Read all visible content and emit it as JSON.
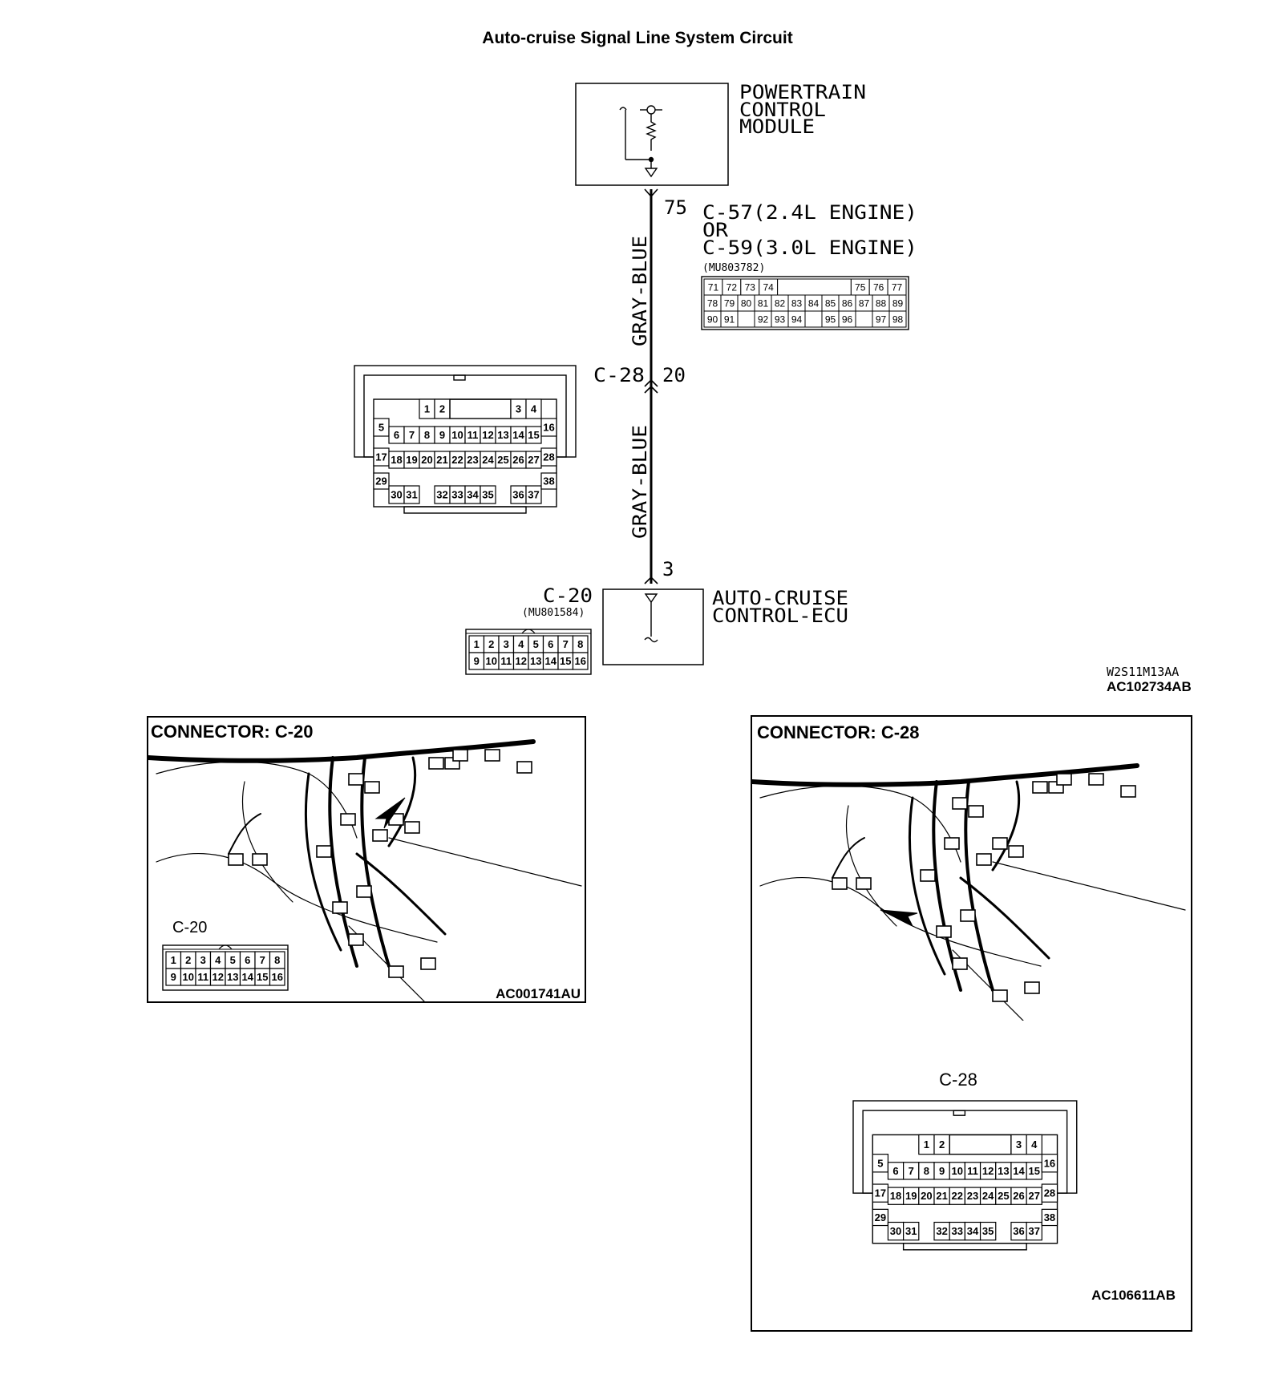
{
  "title": "Auto-cruise Signal Line System Circuit",
  "pcm": {
    "line1": "POWERTRAIN",
    "line2": "CONTROL",
    "line3": "MODULE",
    "pin": "75"
  },
  "pcm_connector": {
    "line1": "C-57(2.4L ENGINE)",
    "line2": "OR",
    "line3": "C-59(3.0L ENGINE)",
    "part": "(MU803782)",
    "rows": [
      [
        "71",
        "72",
        "73",
        "74",
        "",
        "",
        "",
        "",
        "75",
        "76",
        "77"
      ],
      [
        "78",
        "79",
        "80",
        "81",
        "82",
        "83",
        "84",
        "85",
        "86",
        "87",
        "88",
        "89"
      ],
      [
        "90",
        "91",
        "",
        "92",
        "93",
        "94",
        "",
        "95",
        "96",
        "",
        "97",
        "98"
      ]
    ]
  },
  "wires": {
    "upper": "GRAY-BLUE",
    "lower": "GRAY-BLUE"
  },
  "c28": {
    "label": "C-28",
    "pin": "20",
    "row1": [
      "1",
      "2",
      "3",
      "4"
    ],
    "row2": [
      "5",
      "6",
      "7",
      "8",
      "9",
      "10",
      "11",
      "12",
      "13",
      "14",
      "15",
      "16"
    ],
    "row3": [
      "17",
      "18",
      "19",
      "20",
      "21",
      "22",
      "23",
      "24",
      "25",
      "26",
      "27",
      "28"
    ],
    "row4": [
      "29",
      "30",
      "31",
      "32",
      "33",
      "34",
      "35",
      "36",
      "37",
      "38"
    ]
  },
  "ecu": {
    "line1": "AUTO-CRUISE",
    "line2": "CONTROL-ECU",
    "pin": "3"
  },
  "c20": {
    "label": "C-20",
    "part": "(MU801584)",
    "row1": [
      "1",
      "2",
      "3",
      "4",
      "5",
      "6",
      "7",
      "8"
    ],
    "row2": [
      "9",
      "10",
      "11",
      "12",
      "13",
      "14",
      "15",
      "16"
    ]
  },
  "codes": {
    "circuit_small": "W2S11M13AA",
    "circuit": "AC102734AB"
  },
  "panel_left": {
    "title": "CONNECTOR: C-20",
    "sublabel": "C-20",
    "code": "AC001741AU"
  },
  "panel_right": {
    "title": "CONNECTOR: C-28",
    "sublabel": "C-28",
    "code": "AC106611AB"
  }
}
